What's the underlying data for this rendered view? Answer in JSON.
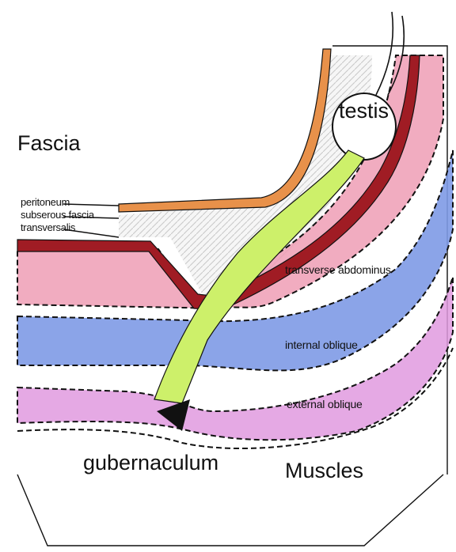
{
  "labels": {
    "fascia": "Fascia",
    "peritoneum": "peritoneum",
    "subserous_fascia": "subserous fascia",
    "transversalis": "transversalis",
    "testis": "testis",
    "transverse_abdominus": "transverse abdominus",
    "internal_oblique": "internal oblique",
    "external_oblique": "external oblique",
    "gubernaculum": "gubernaculum",
    "muscles": "Muscles"
  },
  "colors": {
    "peritoneum": "#e8914a",
    "transversalis": "#a01c24",
    "transverse_abdominus": "#ee9db5",
    "internal_oblique": "#7e9ae6",
    "external_oblique": "#e09adf",
    "gubernaculum": "#cdf06a",
    "subserous_fascia": "#eeeeee",
    "outline": "#111111"
  }
}
